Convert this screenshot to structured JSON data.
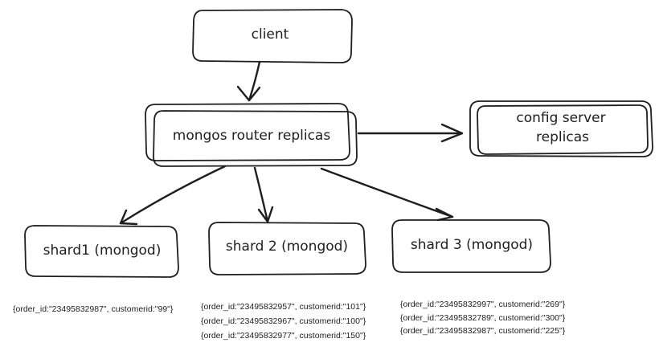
{
  "nodes": {
    "client": "client",
    "router": "mongos router replicas",
    "config_line1": "config server",
    "config_line2": "replicas",
    "shard1": "shard1 (mongod)",
    "shard2": "shard 2 (mongod)",
    "shard3": "shard 3 (mongod)"
  },
  "records": {
    "shard1": [
      "{order_id:\"23495832987\", customerid:\"99\"}"
    ],
    "shard2": [
      "{order_id:\"23495832957\", customerid:\"101\"}",
      "{order_id:\"23495832967\", customerid:\"100\"}",
      "{order_id:\"23495832977\", customerid:\"150\"}"
    ],
    "shard3": [
      "{order_id:\"23495832997\", customerid:\"269\"}",
      "{order_id:\"23495832789\", customerid:\"300\"}",
      "{order_id:\"23495832987\", customerid:\"225\"}"
    ]
  }
}
